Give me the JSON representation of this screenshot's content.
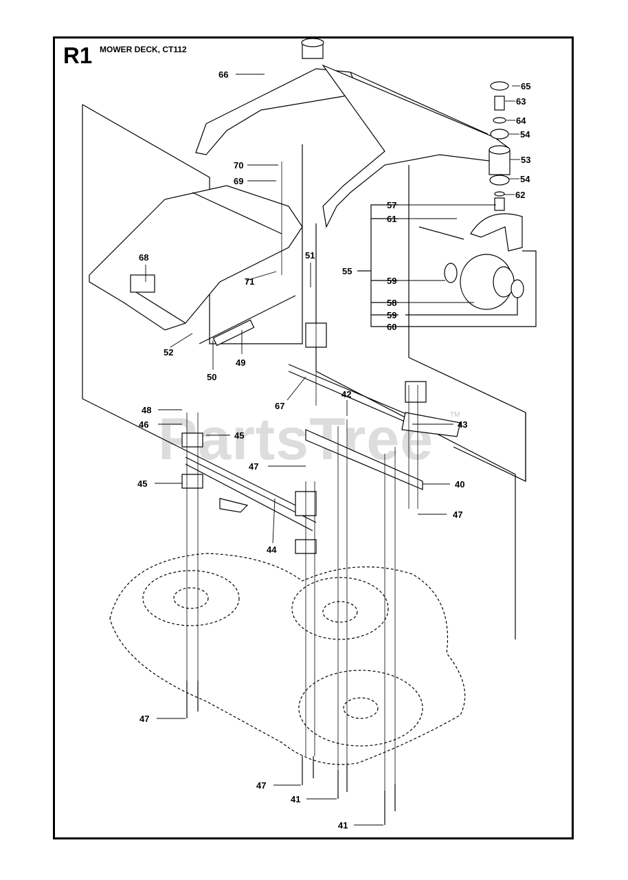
{
  "header": {
    "section_code": "R1",
    "title": "MOWER DECK, CT112"
  },
  "watermark": {
    "text": "PartsTree",
    "trademark": "TM"
  },
  "callouts": [
    {
      "id": "c66",
      "label": "66"
    },
    {
      "id": "c65",
      "label": "65"
    },
    {
      "id": "c63",
      "label": "63"
    },
    {
      "id": "c64",
      "label": "64"
    },
    {
      "id": "c54a",
      "label": "54"
    },
    {
      "id": "c53",
      "label": "53"
    },
    {
      "id": "c54b",
      "label": "54"
    },
    {
      "id": "c62",
      "label": "62"
    },
    {
      "id": "c70",
      "label": "70"
    },
    {
      "id": "c69",
      "label": "69"
    },
    {
      "id": "c57",
      "label": "57"
    },
    {
      "id": "c61",
      "label": "61"
    },
    {
      "id": "c68",
      "label": "68"
    },
    {
      "id": "c51",
      "label": "51"
    },
    {
      "id": "c55",
      "label": "55"
    },
    {
      "id": "c59a",
      "label": "59"
    },
    {
      "id": "c71",
      "label": "71"
    },
    {
      "id": "c58",
      "label": "58"
    },
    {
      "id": "c59b",
      "label": "59"
    },
    {
      "id": "c60",
      "label": "60"
    },
    {
      "id": "c52",
      "label": "52"
    },
    {
      "id": "c49",
      "label": "49"
    },
    {
      "id": "c50",
      "label": "50"
    },
    {
      "id": "c67",
      "label": "67"
    },
    {
      "id": "c42",
      "label": "42"
    },
    {
      "id": "c48",
      "label": "48"
    },
    {
      "id": "c46",
      "label": "46"
    },
    {
      "id": "c45a",
      "label": "45"
    },
    {
      "id": "c43",
      "label": "43"
    },
    {
      "id": "c47a",
      "label": "47"
    },
    {
      "id": "c45b",
      "label": "45"
    },
    {
      "id": "c40",
      "label": "40"
    },
    {
      "id": "c47b",
      "label": "47"
    },
    {
      "id": "c44",
      "label": "44"
    },
    {
      "id": "c47c",
      "label": "47"
    },
    {
      "id": "c47d",
      "label": "47"
    },
    {
      "id": "c41a",
      "label": "41"
    },
    {
      "id": "c41b",
      "label": "41"
    }
  ]
}
